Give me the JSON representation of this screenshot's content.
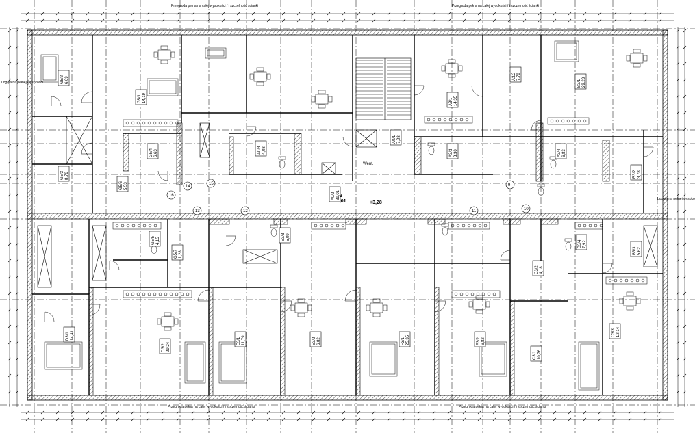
{
  "drawing": {
    "elevation_label": "+3,28",
    "vent_label": "Went.",
    "corridor": {
      "code": "0/2",
      "area": "29,01"
    },
    "room_codes": [
      {
        "code": "G5/2",
        "area": "6,09"
      },
      {
        "code": "G5/1",
        "area": "14,19"
      },
      {
        "code": "G5/3",
        "area": "8,76"
      },
      {
        "code": "G5/4",
        "area": "6,63"
      },
      {
        "code": "G5/5",
        "area": "4,15"
      },
      {
        "code": "G5/6",
        "area": "5,53"
      },
      {
        "code": "G5/7",
        "area": "1,28"
      },
      {
        "code": "A0/2",
        "area": "39,01"
      },
      {
        "code": "A0/1",
        "area": "7,28"
      },
      {
        "code": "A0/3",
        "area": "4,08"
      },
      {
        "code": "A3/1",
        "area": "14,35"
      },
      {
        "code": "A3/2",
        "area": "7,78"
      },
      {
        "code": "A3/3",
        "area": "3,30"
      },
      {
        "code": "A3/4",
        "area": "6,83"
      },
      {
        "code": "B3/1",
        "area": "29,23"
      },
      {
        "code": "B3/2",
        "area": "3,78"
      },
      {
        "code": "B3/3",
        "area": "5,62"
      },
      {
        "code": "B3/4",
        "area": "7,92"
      },
      {
        "code": "C3/1",
        "area": "10,76"
      },
      {
        "code": "C3/2",
        "area": "4,18"
      },
      {
        "code": "C3/3",
        "area": "12,14"
      },
      {
        "code": "D3/1",
        "area": "14,41"
      },
      {
        "code": "D3/2",
        "area": "29,24"
      },
      {
        "code": "E3/1",
        "area": "11,79"
      },
      {
        "code": "E3/2",
        "area": "6,82"
      },
      {
        "code": "E3/3",
        "area": "5,09"
      },
      {
        "code": "F3/1",
        "area": "25,35"
      },
      {
        "code": "F3/2",
        "area": "6,82"
      }
    ],
    "axis_numbers": [
      "9",
      "10",
      "11",
      "12",
      "13",
      "14",
      "15",
      "16"
    ],
    "note_top": "Przegroda pełna na całej wysokości / i szczelność ścianki",
    "note_bottom": "Przegroda pełna na całej wysokości / i szczelność ścianki",
    "balcony_label": "Loggia na pełnej wysokości"
  }
}
